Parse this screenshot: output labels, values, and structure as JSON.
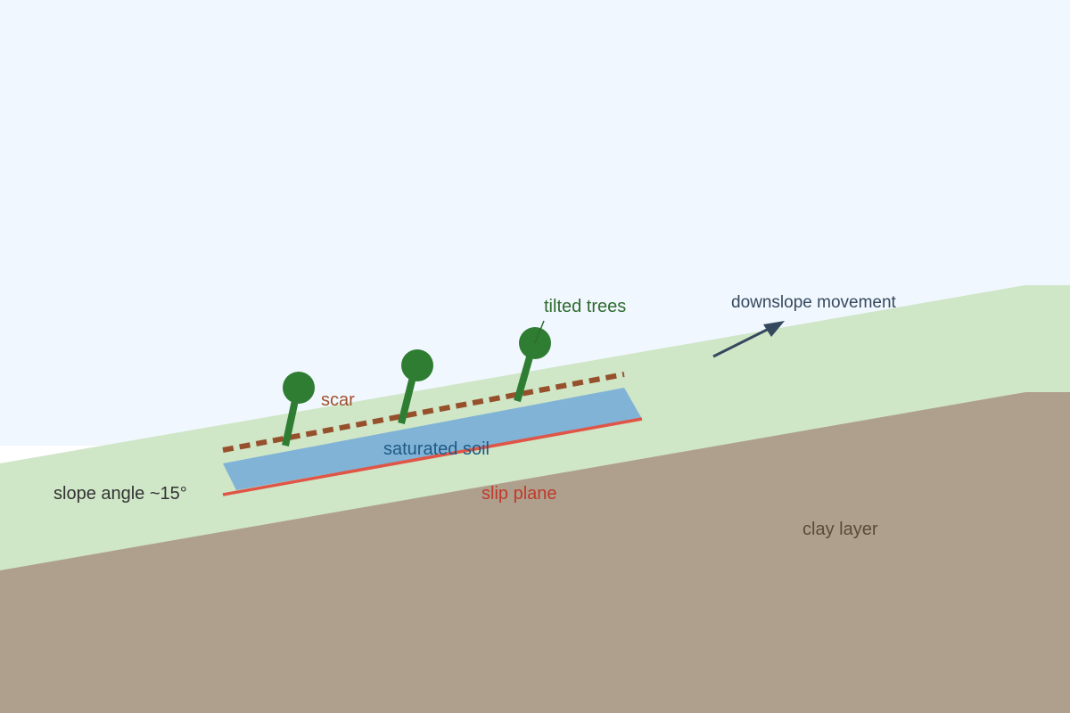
{
  "labels": {
    "tilted_trees": "tilted trees",
    "downslope_movement": "downslope movement",
    "scar": "scar",
    "saturated_soil": "saturated soil",
    "slope_angle": "slope angle ~15°",
    "slip_plane": "slip plane",
    "clay_layer": "clay layer"
  },
  "colors": {
    "sky": "#f1f7fe",
    "grass": "#cfe6c7",
    "clay": "#aea08c",
    "saturated_soil": "#80b3d6",
    "slip_plane": "#e05546",
    "scar": "#96502c",
    "tree": "#2f7d32",
    "arrow": "#34495e",
    "label_trees": "#2e6b2f",
    "label_scar": "#a0522d",
    "label_soil": "#1f5a85",
    "label_slip": "#c0392b",
    "label_clay": "#5a4a3a",
    "label_dark": "#333333",
    "label_arrow": "#34495e"
  }
}
